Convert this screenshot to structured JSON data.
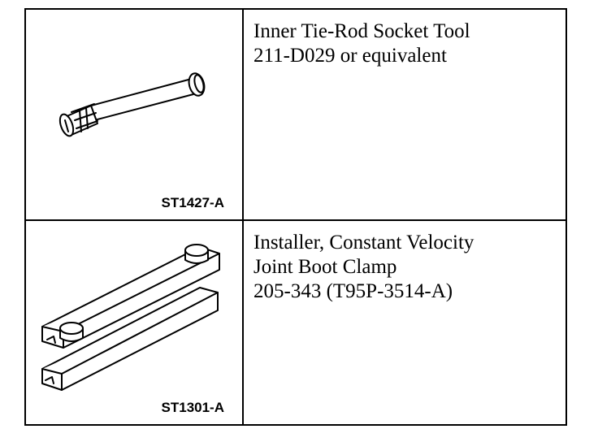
{
  "tools": [
    {
      "description_lines": [
        "Inner Tie-Rod Socket Tool",
        "211-D029 or equivalent"
      ],
      "figure_code": "ST1427-A",
      "illustration": "tie-rod-socket-tool-icon"
    },
    {
      "description_lines": [
        "Installer, Constant Velocity",
        "Joint Boot Clamp",
        "205-343 (T95P-3514-A)"
      ],
      "figure_code": "ST1301-A",
      "illustration": "boot-clamp-installer-icon"
    }
  ]
}
